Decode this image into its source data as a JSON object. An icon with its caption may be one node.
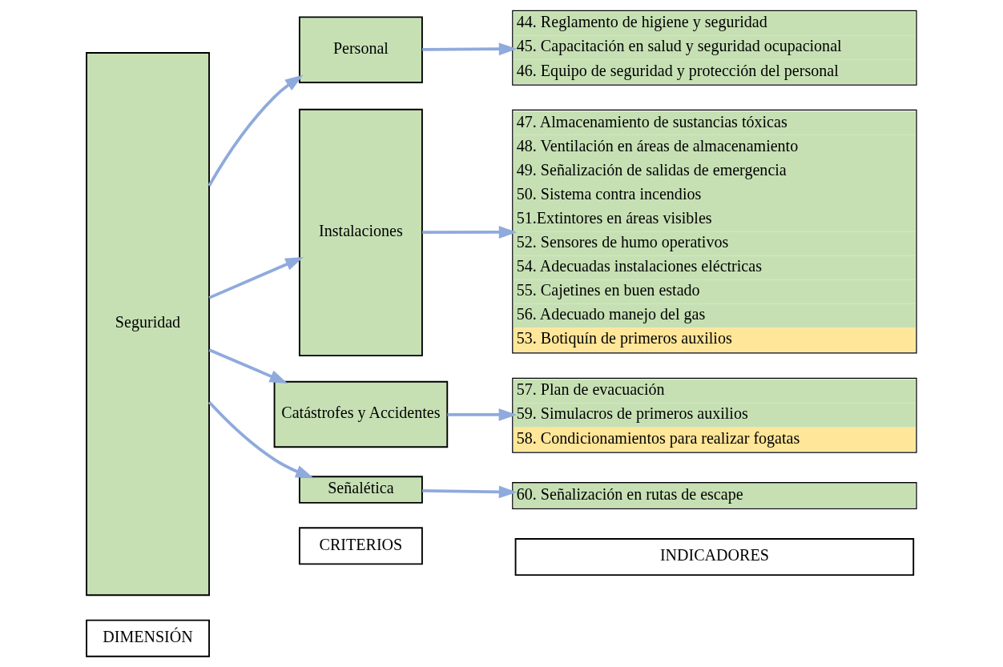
{
  "diagram": {
    "nodes": [
      {
        "text": [
          "Seguridad"
        ]
      },
      {
        "text": [
          "Personal"
        ]
      },
      {
        "text": [
          "44. Reglamento de higiene y seguridad",
          "45. Capacitación en salud y seguridad ocupacional",
          "46. Equipo de seguridad y protección del personal"
        ]
      },
      {
        "text": [
          "Instalaciones"
        ]
      },
      {
        "text": [
          "47. Almacenamiento de sustancias tóxicas",
          "48. Ventilación en áreas de almacenamiento",
          "49. Señalización de salidas de emergencia",
          "50. Sistema contra incendios",
          "51.Extintores en áreas visibles",
          "52. Sensores de humo operativos",
          "54. Adecuadas instalaciones eléctricas",
          "55. Cajetines en buen estado",
          "56. Adecuado manejo del gas",
          "53. Botiquín de primeros auxilios"
        ]
      },
      {
        "text": [
          "Catástrofes y Accidentes"
        ]
      },
      {
        "text": [
          "57. Plan de evacuación",
          "59. Simulacros de primeros auxilios",
          "58. Condicionamientos para realizar fogatas"
        ]
      },
      {
        "text": [
          "Señalética"
        ]
      },
      {
        "text": [
          "60. Señalización en rutas de escape"
        ]
      },
      {
        "text": [
          "DIMENSIÓN"
        ]
      },
      {
        "text": [
          "CRITERIOS"
        ]
      },
      {
        "text": [
          "INDICADORES"
        ]
      }
    ],
    "edges": [
      {
        "from": 0,
        "to": 1,
        "arrow": "to"
      },
      {
        "from": 1,
        "to": 2,
        "arrow": "to"
      },
      {
        "from": 0,
        "to": 3,
        "arrow": "to"
      },
      {
        "from": 3,
        "to": 4,
        "arrow": "to"
      },
      {
        "from": 0,
        "to": 5,
        "arrow": "to"
      },
      {
        "from": 5,
        "to": 6,
        "arrow": "to"
      },
      {
        "from": 0,
        "to": 7,
        "arrow": "to"
      },
      {
        "from": 7,
        "to": 8,
        "arrow": "to"
      }
    ]
  }
}
